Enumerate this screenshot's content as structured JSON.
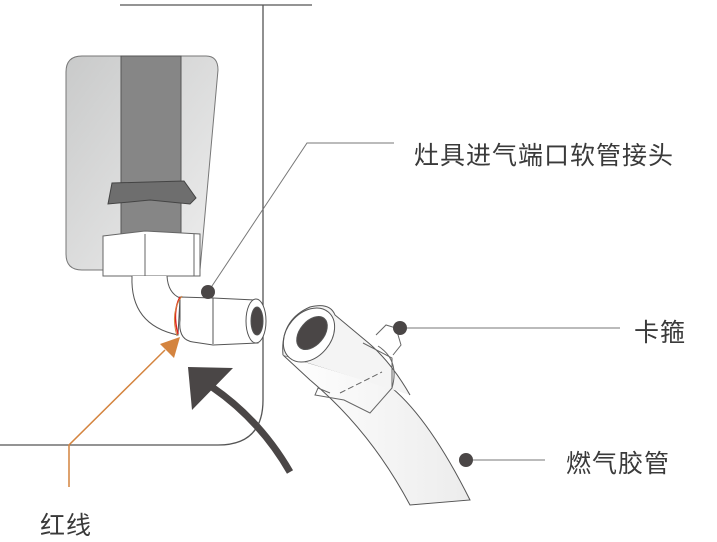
{
  "labels": {
    "connector": "灶具进气端口软管接头",
    "clamp": "卡箍",
    "hose": "燃气胶管",
    "red_line": "红线"
  },
  "colors": {
    "orange": "#d4843f",
    "red": "#e0201c",
    "dark": "#4a4646",
    "line": "#666666"
  }
}
